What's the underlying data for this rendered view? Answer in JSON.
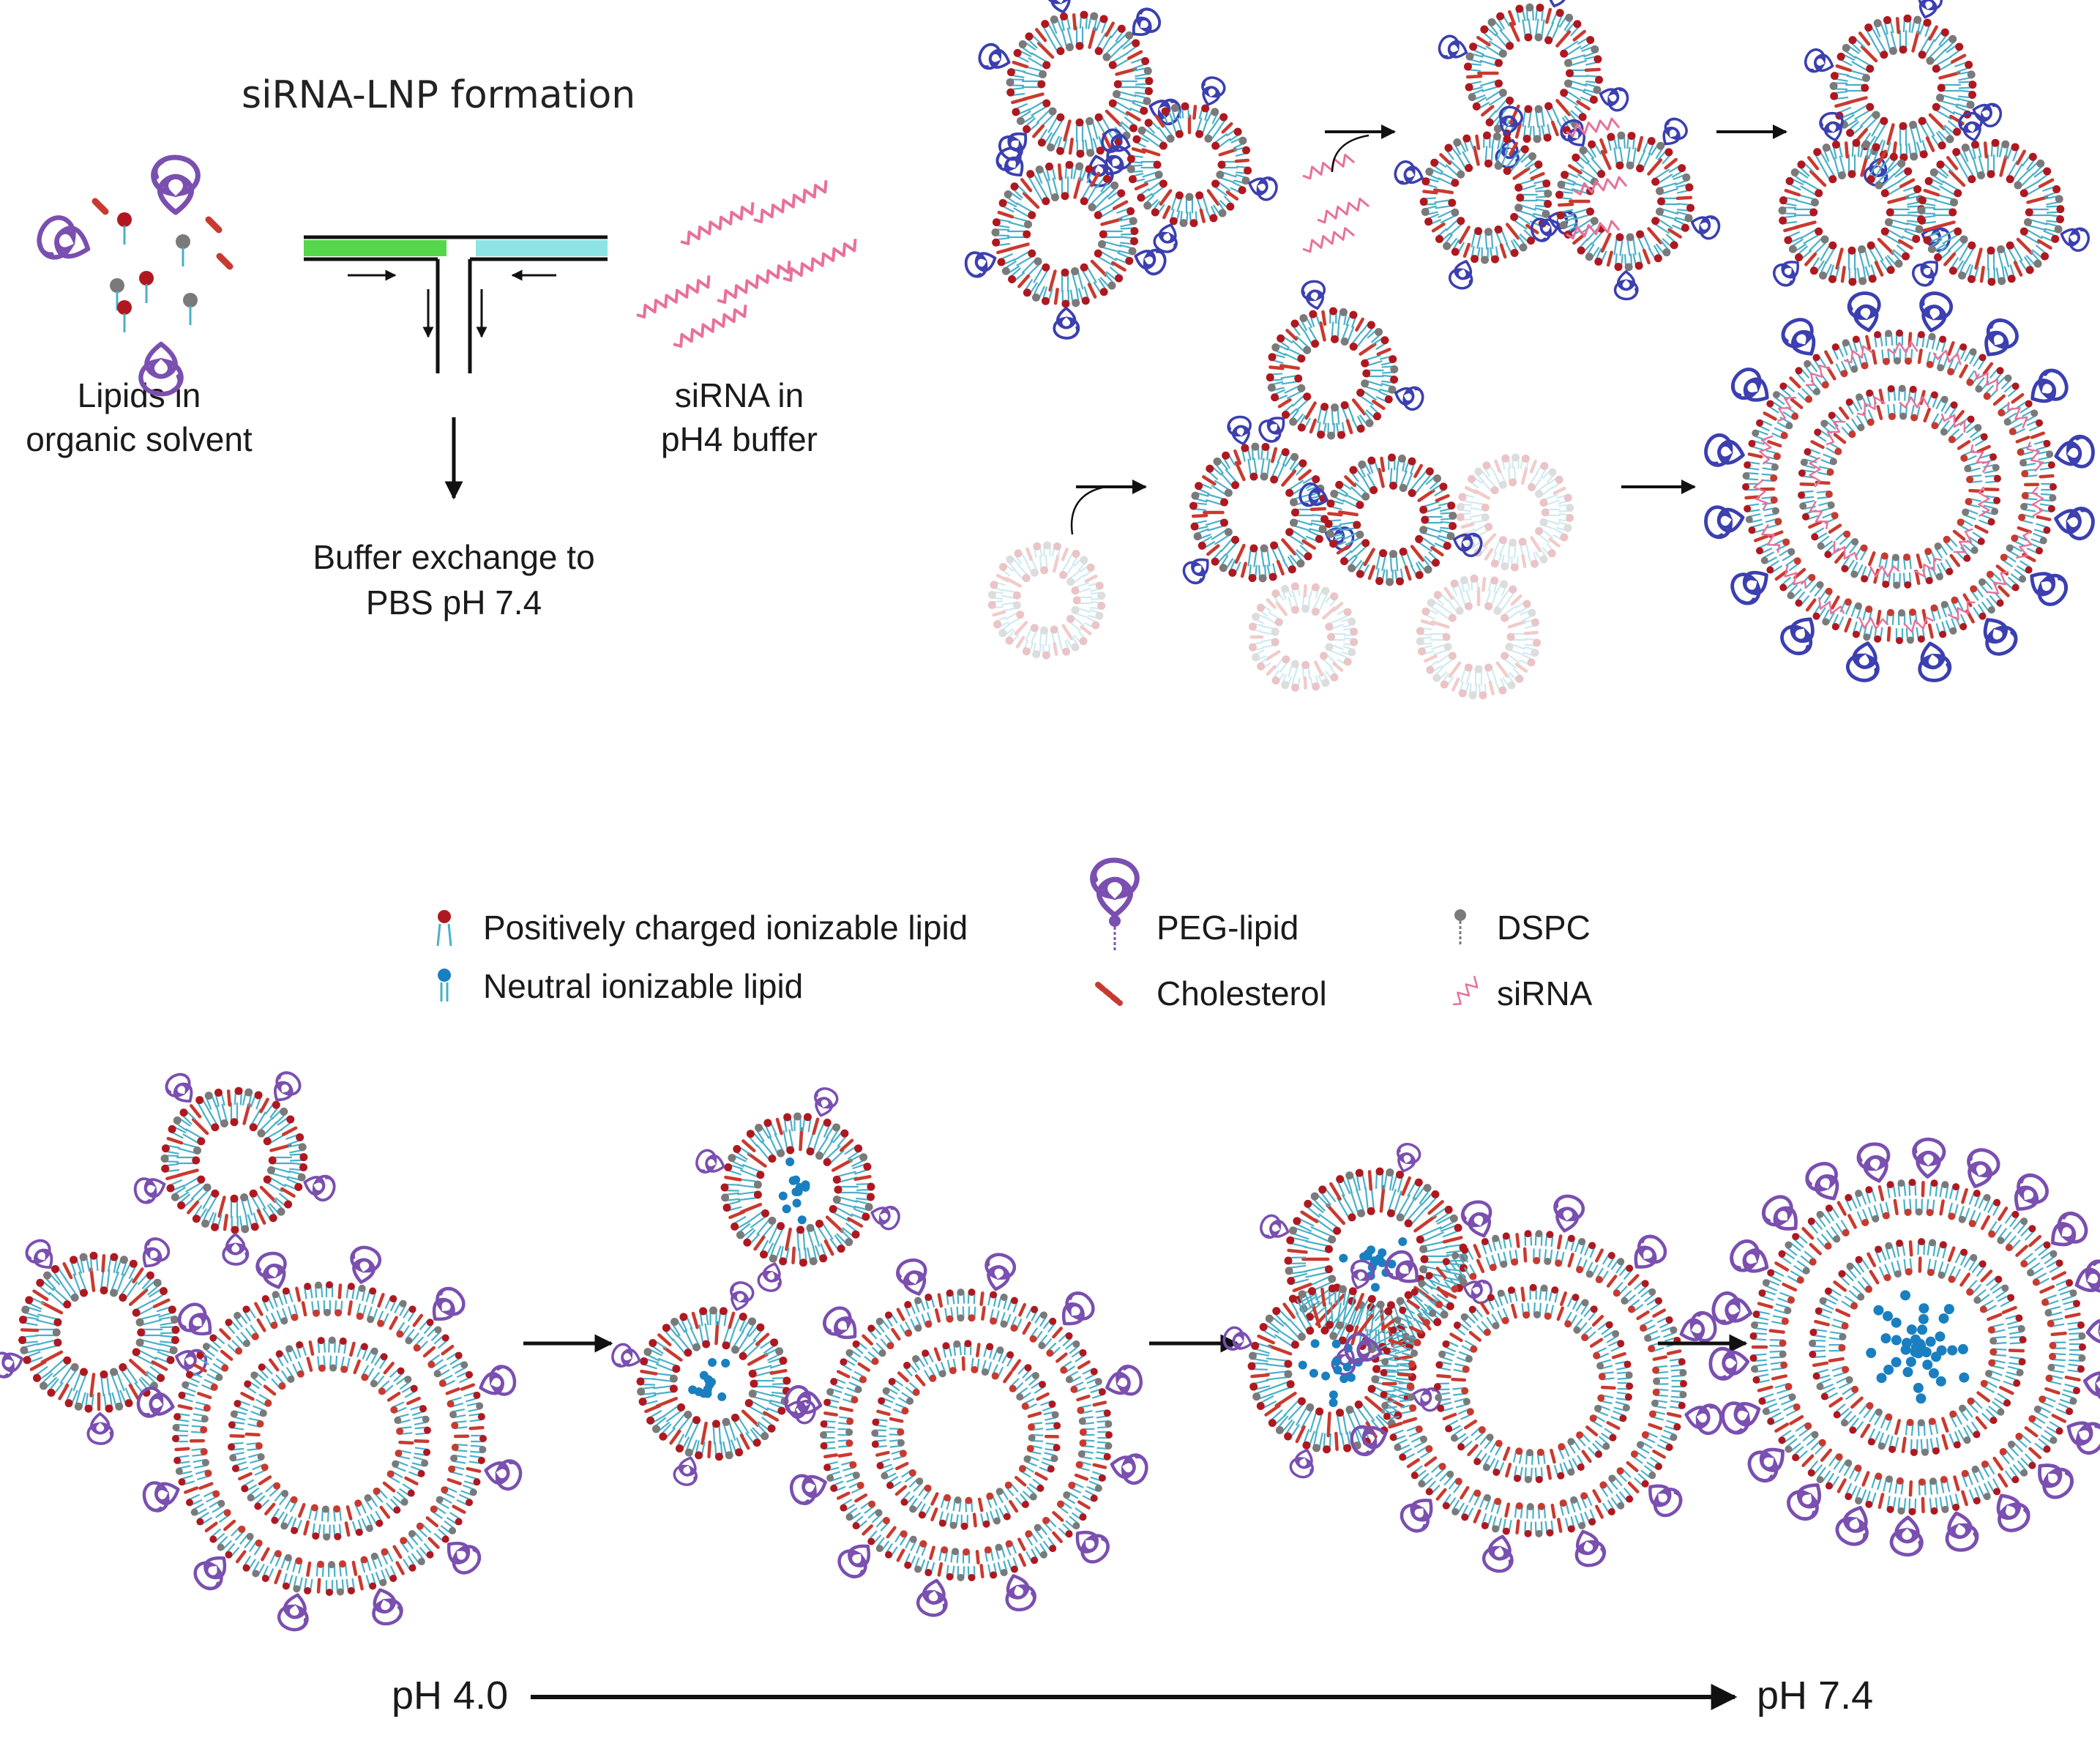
{
  "formation": {
    "title": "siRNA-LNP formation",
    "lipids_label": [
      "Lipids in",
      "organic solvent"
    ],
    "sirna_label": [
      "siRNA in",
      "pH4 buffer"
    ],
    "exchange_label": [
      "Buffer exchange to",
      "PBS pH 7.4"
    ]
  },
  "legend": {
    "positive_lipid": "Positively charged ionizable lipid",
    "neutral_lipid": "Neutral ionizable lipid",
    "peg_lipid": "PEG-lipid",
    "cholesterol": "Cholesterol",
    "dspc": "DSPC",
    "sirna": "siRNA"
  },
  "ph_axis": {
    "start": "pH 4.0",
    "end": "pH 7.4"
  },
  "colors": {
    "tail": "#4ab0c8",
    "positive_head": "#b01820",
    "neutral_head": "#1a7fc0",
    "cholesterol": "#c83a30",
    "dspc": "#7a7a7a",
    "peg": "#7a4fb0",
    "peg_top": "#3b3fb0",
    "sirna": "#e8709a",
    "channel_green": "#56d64a",
    "channel_cyan": "#8ee4e4"
  }
}
